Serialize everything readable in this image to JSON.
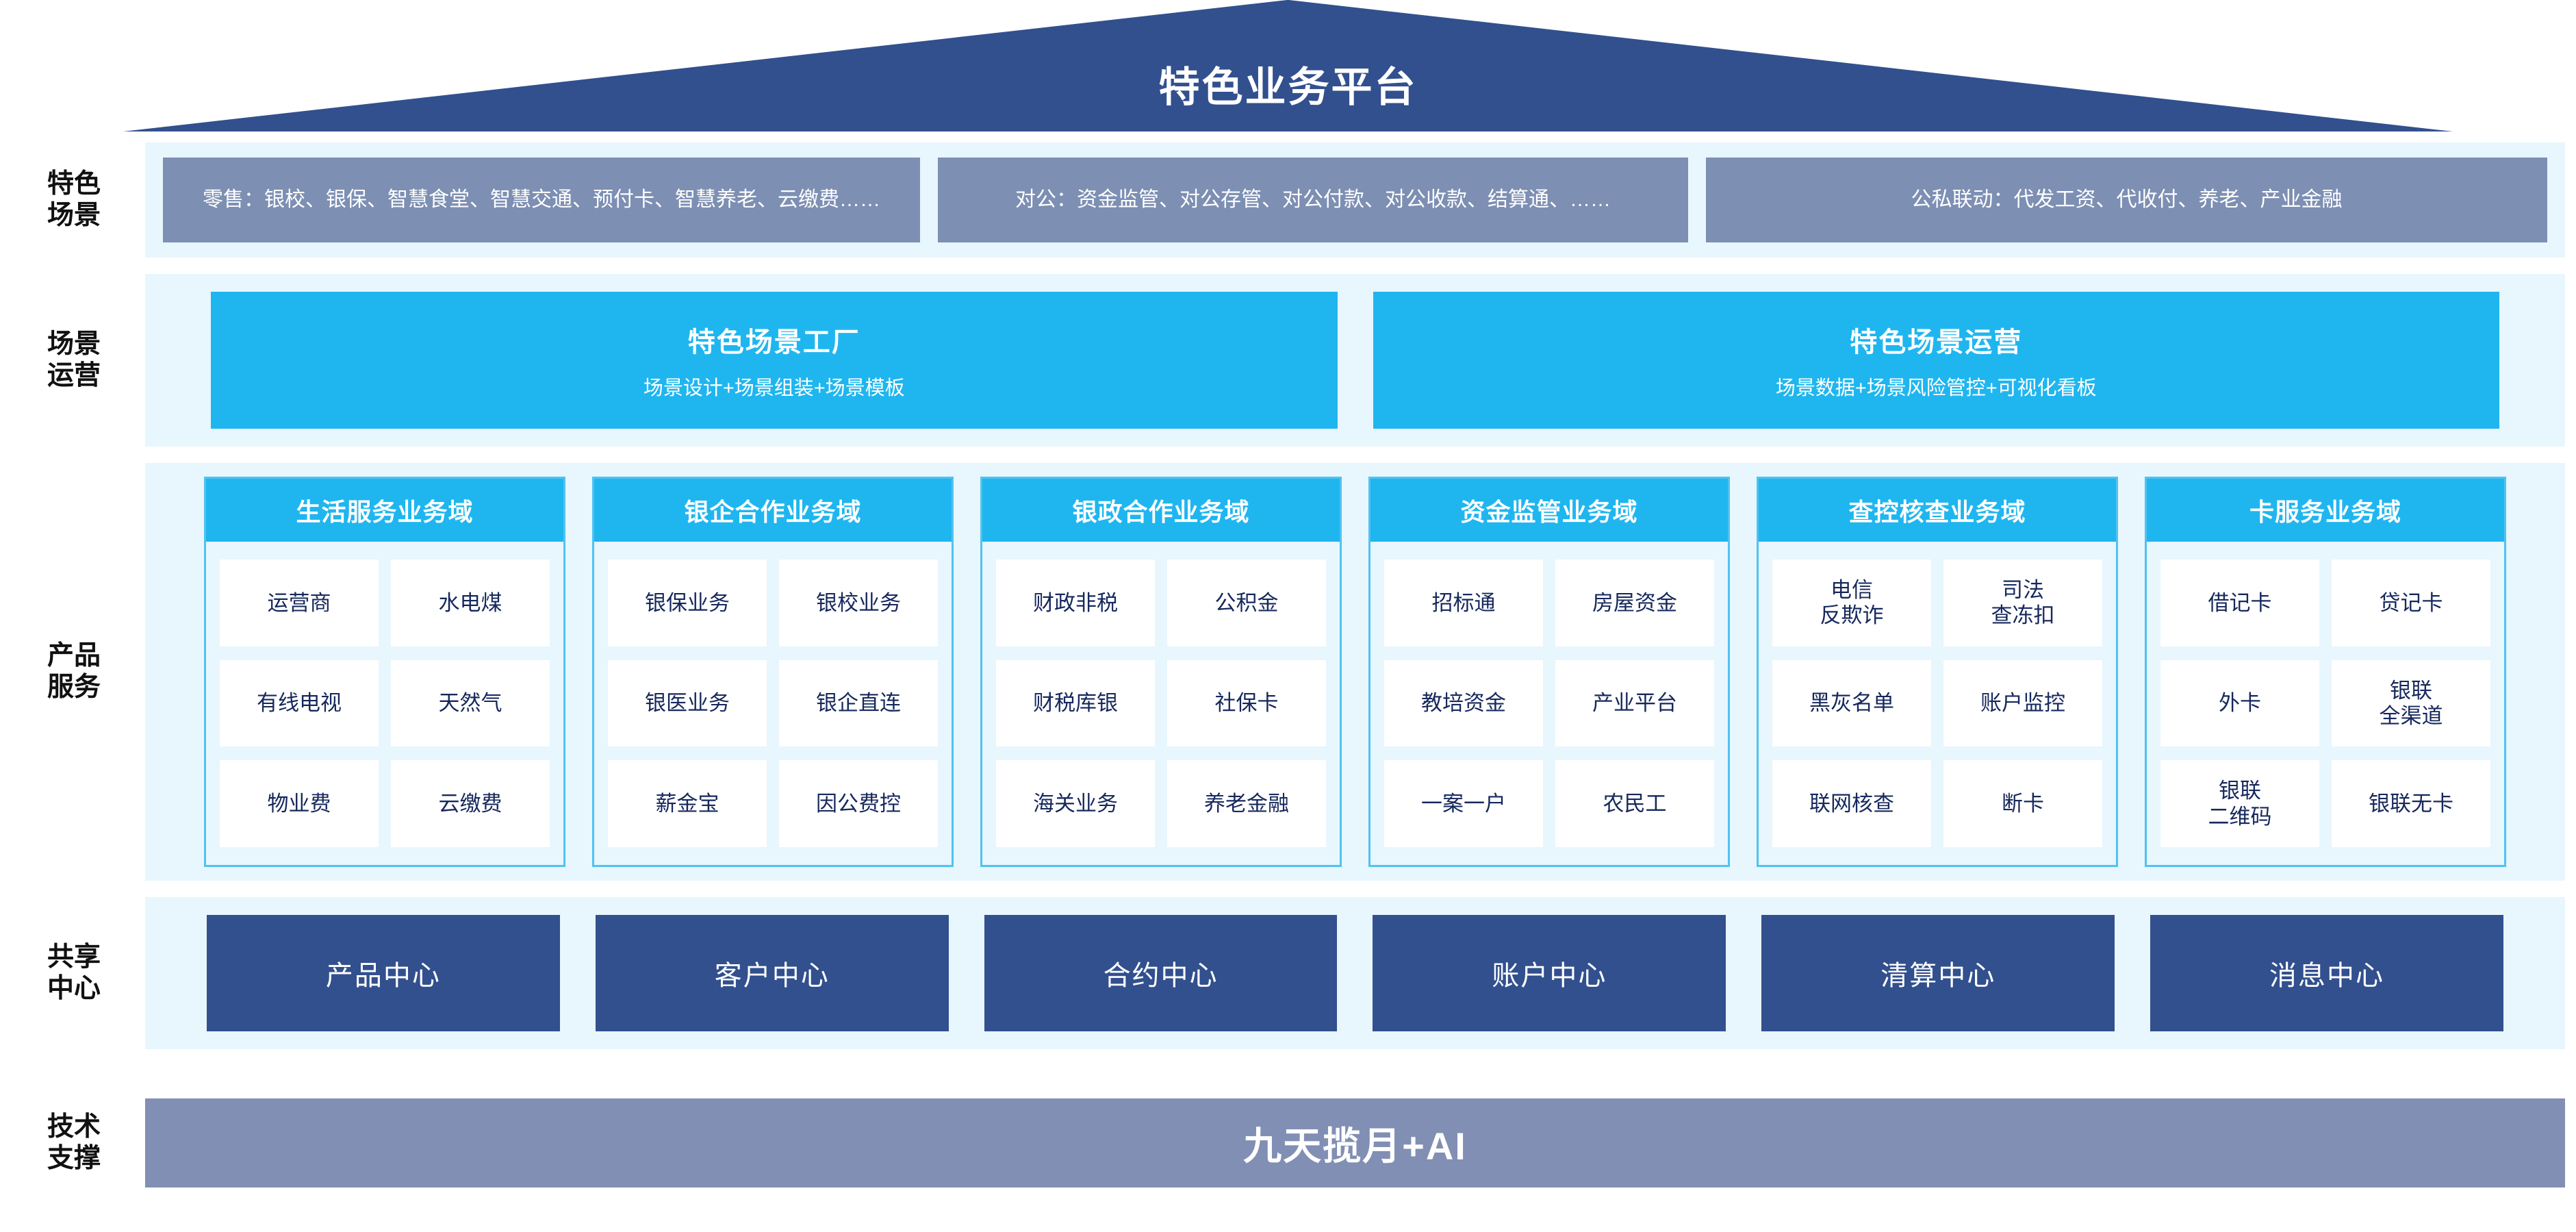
{
  "banner": {
    "title": "特色业务平台",
    "color": "#32508E"
  },
  "row_labels": [
    {
      "key": "scene",
      "lines": [
        "特色",
        "场景"
      ]
    },
    {
      "key": "op",
      "lines": [
        "场景",
        "运营"
      ]
    },
    {
      "key": "prod",
      "lines": [
        "产品",
        "服务"
      ]
    },
    {
      "key": "share",
      "lines": [
        "共享",
        "中心"
      ]
    },
    {
      "key": "tech",
      "lines": [
        "技术",
        "支撑"
      ]
    }
  ],
  "scene_row": {
    "box_color": "#7D8FB3",
    "boxes": [
      "零售：银校、银保、智慧食堂、智慧交通、预付卡、智慧养老、云缴费……",
      "对公：资金监管、对公存管、对公付款、对公收款、结算通、……",
      "公私联动：代发工资、代收付、养老、产业金融"
    ]
  },
  "operation_row": {
    "box_color": "#1FB6EF",
    "boxes": [
      {
        "title": "特色场景工厂",
        "subtitle": "场景设计+场景组装+场景模板"
      },
      {
        "title": "特色场景运营",
        "subtitle": "场景数据+场景风险管控+可视化看板"
      }
    ]
  },
  "product_row": {
    "head_color": "#1FB6EF",
    "border_color": "#4FC3F2",
    "columns": [
      {
        "title": "生活服务业务域",
        "items": [
          "运营商",
          "水电煤",
          "有线电视",
          "天然气",
          "物业费",
          "云缴费"
        ]
      },
      {
        "title": "银企合作业务域",
        "items": [
          "银保业务",
          "银校业务",
          "银医业务",
          "银企直连",
          "薪金宝",
          "因公费控"
        ]
      },
      {
        "title": "银政合作业务域",
        "items": [
          "财政非税",
          "公积金",
          "财税库银",
          "社保卡",
          "海关业务",
          "养老金融"
        ]
      },
      {
        "title": "资金监管业务域",
        "items": [
          "招标通",
          "房屋资金",
          "教培资金",
          "产业平台",
          "一案一户",
          "农民工"
        ]
      },
      {
        "title": "查控核查业务域",
        "items": [
          "电信\n反欺诈",
          "司法\n查冻扣",
          "黑灰名单",
          "账户监控",
          "联网核查",
          "断卡"
        ]
      },
      {
        "title": "卡服务业务域",
        "items": [
          "借记卡",
          "贷记卡",
          "外卡",
          "银联\n全渠道",
          "银联\n二维码",
          "银联无卡"
        ]
      }
    ]
  },
  "shared_center_row": {
    "box_color": "#32508E",
    "boxes": [
      "产品中心",
      "客户中心",
      "合约中心",
      "账户中心",
      "清算中心",
      "消息中心"
    ]
  },
  "tech_row": {
    "box_color": "#818FB4",
    "label": "九天揽月+AI"
  }
}
